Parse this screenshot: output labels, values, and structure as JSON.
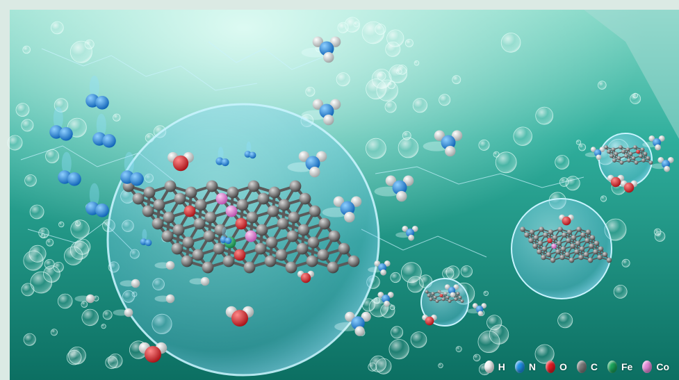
{
  "legend": {
    "items": [
      {
        "label": "H",
        "color": "#f4f4f4"
      },
      {
        "label": "N",
        "color": "#1e8fe6"
      },
      {
        "label": "O",
        "color": "#e31b23"
      },
      {
        "label": "C",
        "color": "#7a7a7a"
      },
      {
        "label": "Fe",
        "color": "#1aa35a"
      },
      {
        "label": "Co",
        "color": "#e58ad8"
      }
    ]
  },
  "colors": {
    "water_deep": "#0f7a6c",
    "water_light": "#5fd0c0",
    "sphere": "#7cd4f0"
  }
}
